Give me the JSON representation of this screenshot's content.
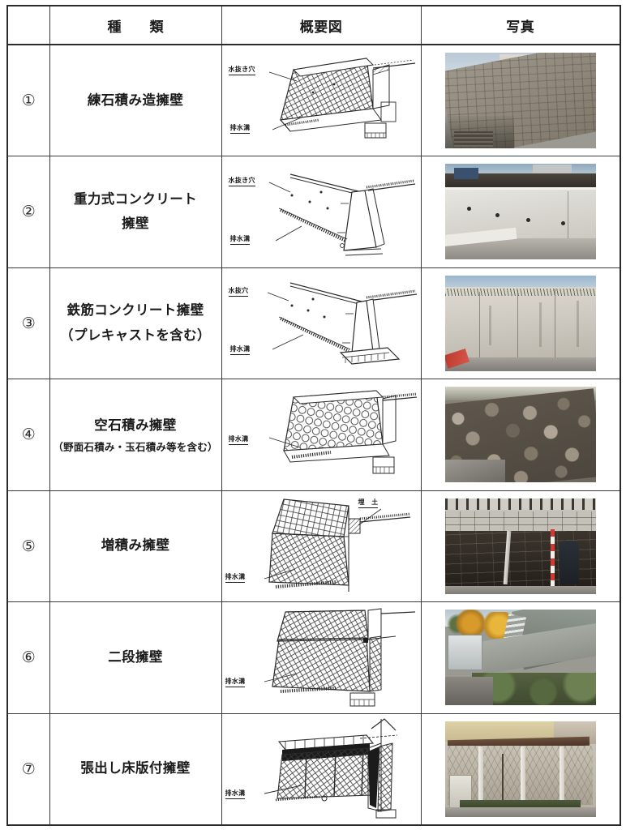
{
  "table": {
    "headers": {
      "no": "",
      "type": "種　類",
      "diagram": "概要図",
      "photo": "写真"
    },
    "rows": [
      {
        "no": "①",
        "type_main": "練石積み造擁壁",
        "type_sub": "",
        "diagram_labels": [
          "水抜き穴",
          "排水溝"
        ],
        "photo_alt": "練石積み造擁壁の写真"
      },
      {
        "no": "②",
        "type_main": "重力式コンクリート",
        "type_main2": "擁壁",
        "type_sub": "",
        "diagram_labels": [
          "水抜き穴",
          "排水溝"
        ],
        "photo_alt": "重力式コンクリート擁壁の写真"
      },
      {
        "no": "③",
        "type_main": "鉄筋コンクリート擁壁",
        "type_sub": "（プレキャストを含む）",
        "diagram_labels": [
          "水抜穴",
          "排水溝"
        ],
        "photo_alt": "鉄筋コンクリート擁壁の写真"
      },
      {
        "no": "④",
        "type_main": "空石積み擁壁",
        "type_sub": "（野面石積み・玉石積み等を含む）",
        "diagram_labels": [
          "排水溝"
        ],
        "photo_alt": "空石積み擁壁の写真"
      },
      {
        "no": "⑤",
        "type_main": "増積み擁壁",
        "type_sub": "",
        "diagram_labels": [
          "埋　土",
          "排水溝"
        ],
        "photo_alt": "増積み擁壁の写真"
      },
      {
        "no": "⑥",
        "type_main": "二段擁壁",
        "type_sub": "",
        "diagram_labels": [
          "排水溝"
        ],
        "photo_alt": "二段擁壁の写真"
      },
      {
        "no": "⑦",
        "type_main": "張出し床版付擁壁",
        "type_sub": "",
        "diagram_labels": [
          "排水溝"
        ],
        "photo_alt": "張出し床版付擁壁の写真"
      }
    ]
  },
  "colors": {
    "border": "#2b2b2b",
    "inner_border": "#3a3a3a",
    "text": "#1b1b1b",
    "background": "#ffffff"
  }
}
